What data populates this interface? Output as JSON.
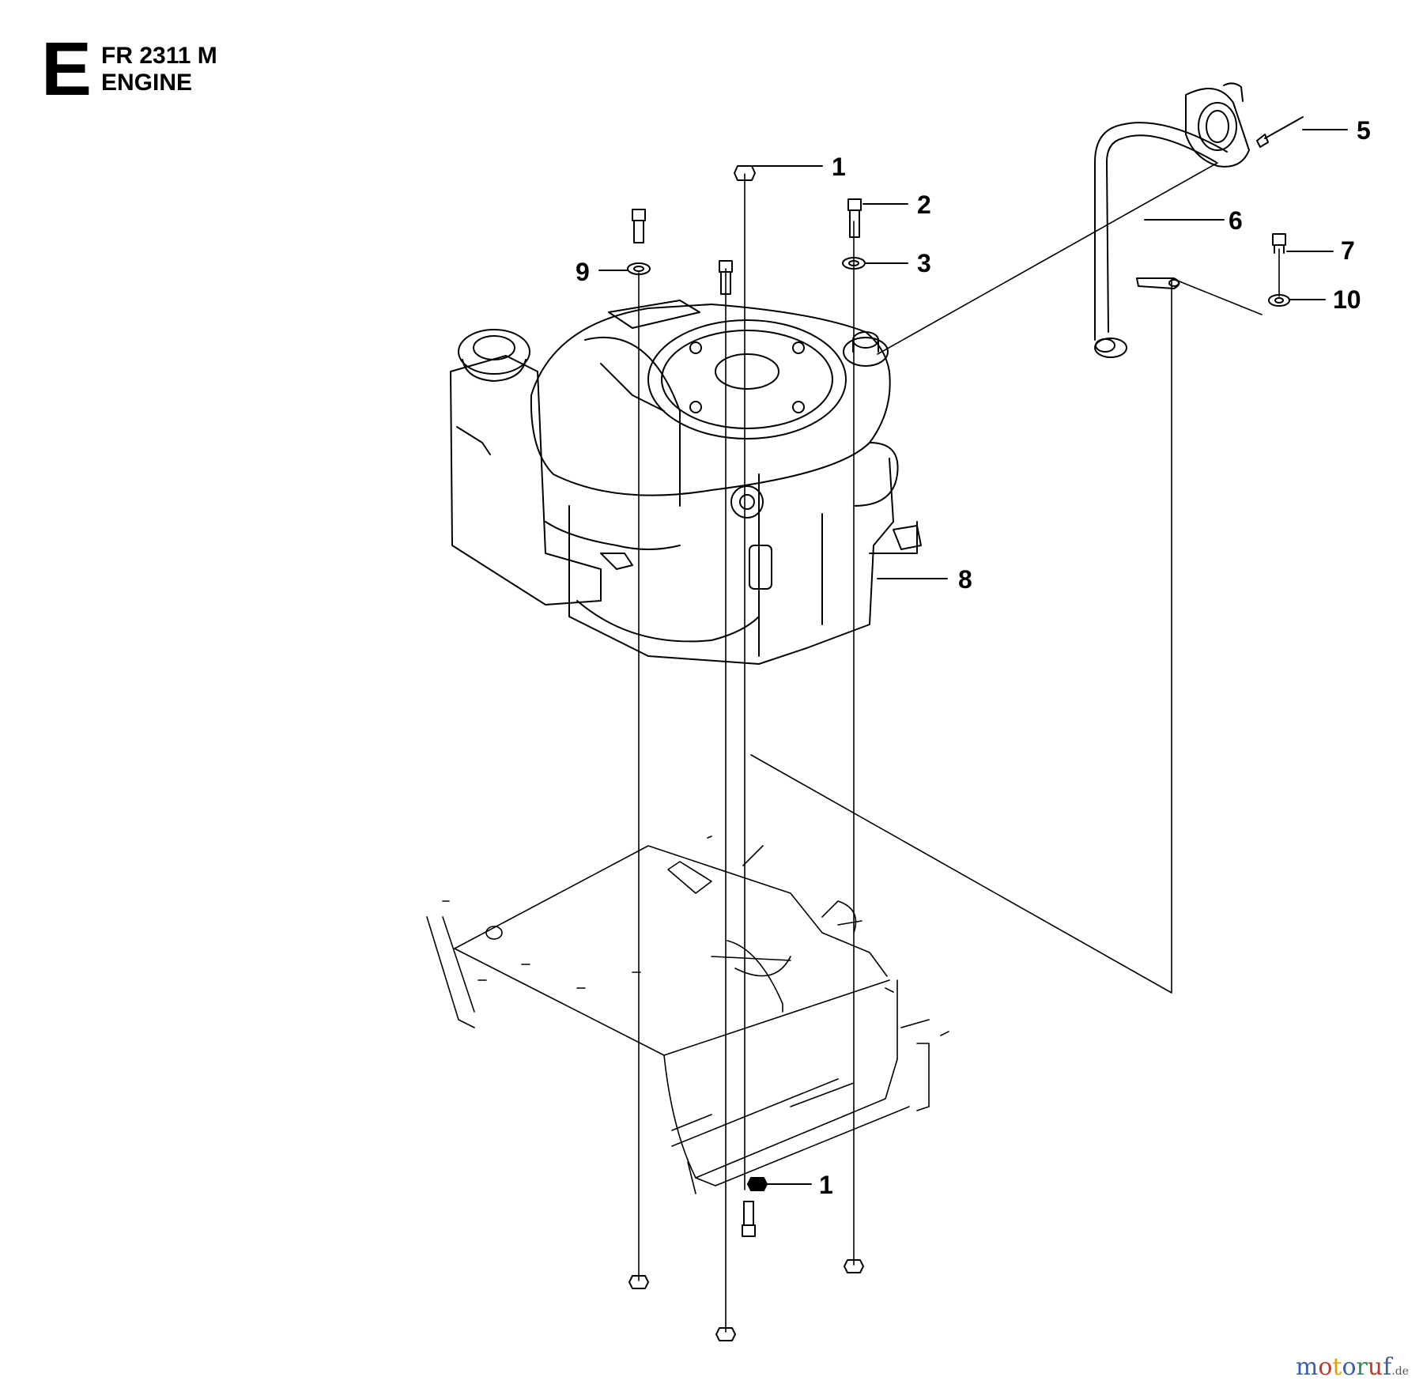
{
  "header": {
    "section_letter": "E",
    "model": "FR 2311 M",
    "section_title": "ENGINE"
  },
  "callouts": [
    {
      "id": "c1a",
      "label": "1"
    },
    {
      "id": "c2",
      "label": "2"
    },
    {
      "id": "c3",
      "label": "3"
    },
    {
      "id": "c5",
      "label": "5"
    },
    {
      "id": "c6",
      "label": "6"
    },
    {
      "id": "c7",
      "label": "7"
    },
    {
      "id": "c8",
      "label": "8"
    },
    {
      "id": "c9",
      "label": "9"
    },
    {
      "id": "c10",
      "label": "10"
    },
    {
      "id": "c1b",
      "label": "1"
    }
  ],
  "watermark": {
    "brand_letters": [
      "m",
      "o",
      "t",
      "o",
      "r",
      "u",
      "f"
    ],
    "brand_colors": [
      "#3b5fa6",
      "#c0392b",
      "#e1a100",
      "#3b5fa6",
      "#2e8b57",
      "#c0392b",
      "#3b5fa6"
    ],
    "suffix": ".de"
  },
  "colors": {
    "line": "#000000",
    "background": "#ffffff"
  }
}
